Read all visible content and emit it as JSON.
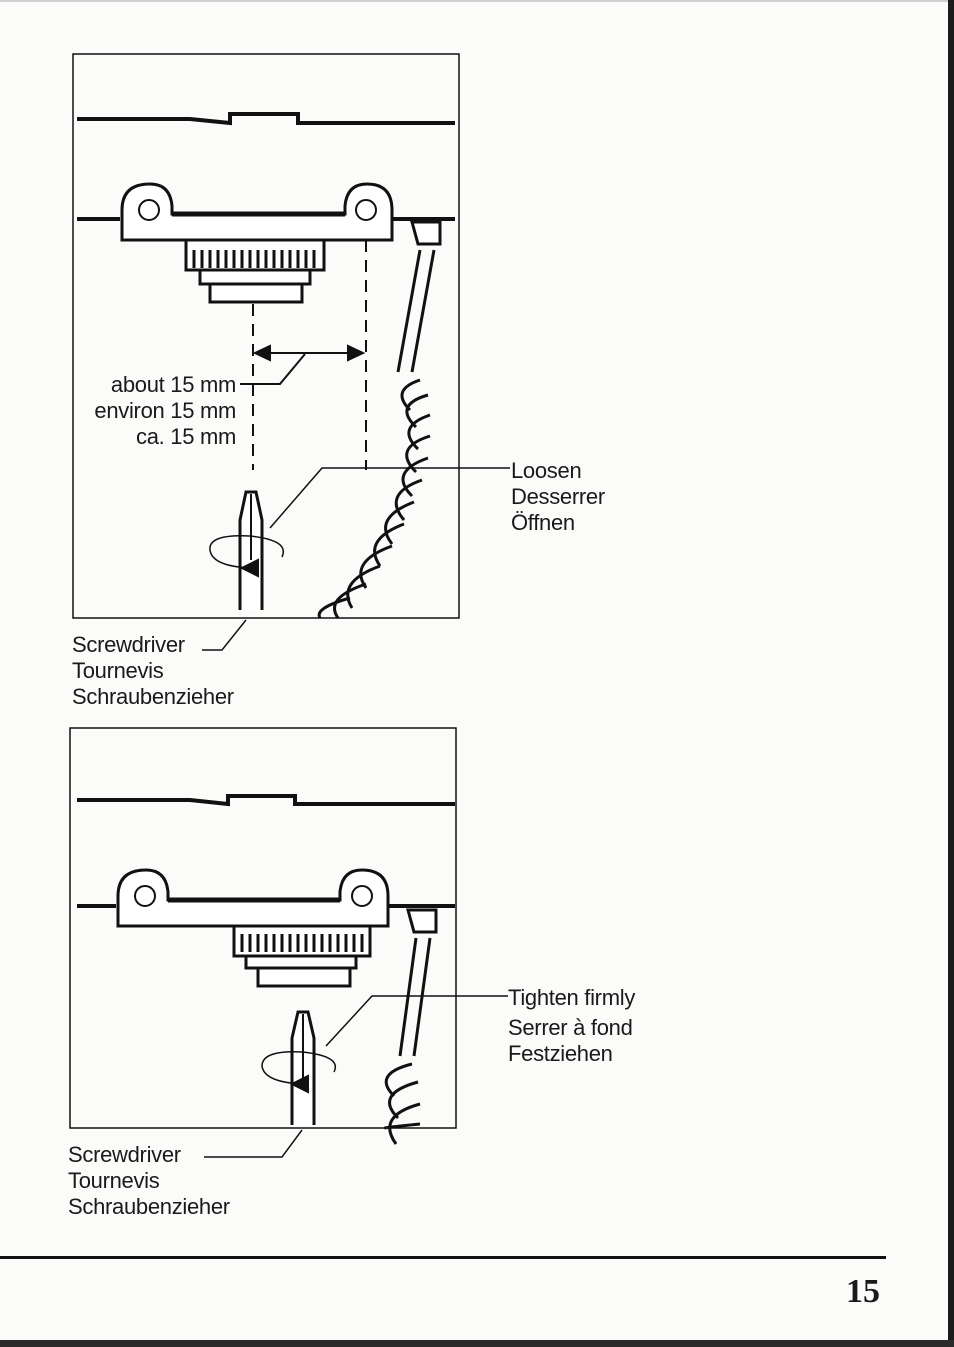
{
  "figure1": {
    "distance_label": [
      "about 15 mm",
      "environ 15 mm",
      "ca. 15 mm"
    ],
    "action_label": [
      "Loosen",
      "Desserrer",
      "Öffnen"
    ],
    "tool_label": [
      "Screwdriver",
      "Tournevis",
      "Schraubenzieher"
    ]
  },
  "figure2": {
    "action_label": [
      "Tighten firmly",
      "Serrer à fond",
      "Festziehen"
    ],
    "tool_label": [
      "Screwdriver",
      "Tournevis",
      "Schraubenzieher"
    ]
  },
  "page_number": "15"
}
